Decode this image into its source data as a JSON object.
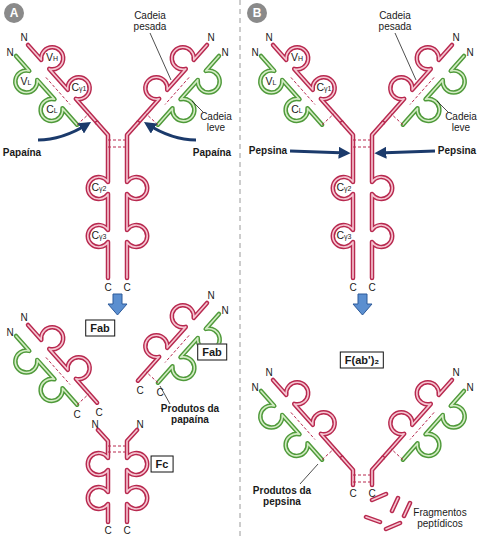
{
  "diagram": {
    "nodes": [
      {
        "text": [
          "A"
        ]
      },
      {
        "text": [
          "Fab"
        ]
      },
      {
        "text": [
          "Fab"
        ]
      },
      {
        "text": [
          "Fc"
        ]
      },
      {
        "text": [
          "B"
        ]
      },
      {
        "text": [
          "F(ab')₂"
        ]
      }
    ],
    "labels": [
      "N",
      "N",
      "VH",
      "VL",
      "Cγ1",
      "CL",
      "Cadeia pesada",
      "N",
      "N",
      "Cadeia leve",
      "Papaína",
      "Papaína",
      "Cγ2",
      "Cγ3",
      "C",
      "C",
      "N",
      "N",
      "N",
      "N",
      "C",
      "C",
      "C",
      "C",
      "Produtos da papaína",
      "N",
      "N",
      "C",
      "C",
      "N",
      "N",
      "VH",
      "VL",
      "Cγ1",
      "CL",
      "Cadeia pesada",
      "N",
      "N",
      "Cadeia leve",
      "Pepsina",
      "Pepsina",
      "Cγ2",
      "Cγ3",
      "C",
      "C",
      "N",
      "N",
      "N",
      "N",
      "C",
      "C",
      "Produtos da pepsina",
      "Fragmentos peptídicos"
    ]
  }
}
